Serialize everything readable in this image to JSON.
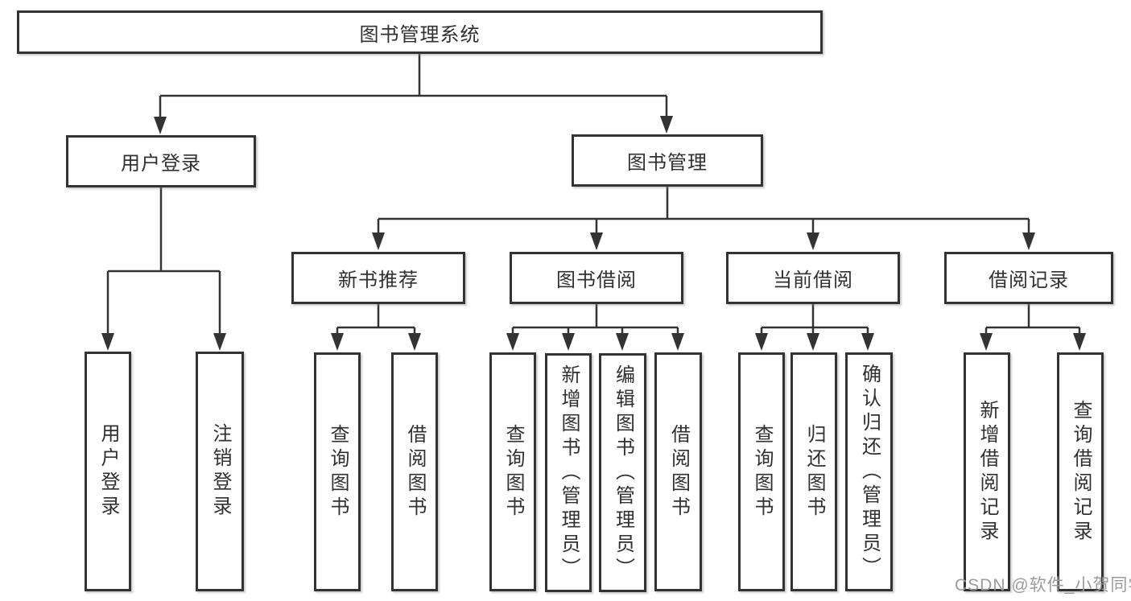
{
  "tree": {
    "root_label": "图书管理系统",
    "branches": [
      {
        "label": "用户登录",
        "children": [
          {
            "label": "用户登录"
          },
          {
            "label": "注销登录"
          }
        ]
      },
      {
        "label": "图书管理",
        "children": [
          {
            "label": "新书推荐",
            "children": [
              {
                "label": "查询图书"
              },
              {
                "label": "借阅图书"
              }
            ]
          },
          {
            "label": "图书借阅",
            "children": [
              {
                "label": "查询图书"
              },
              {
                "label": "新增图书（管理员）"
              },
              {
                "label": "编辑图书（管理员）"
              },
              {
                "label": "借阅图书"
              }
            ]
          },
          {
            "label": "当前借阅",
            "children": [
              {
                "label": "查询图书"
              },
              {
                "label": "归还图书"
              },
              {
                "label": "确认归还（管理员）"
              }
            ]
          },
          {
            "label": "借阅记录",
            "children": [
              {
                "label": "新增借阅记录"
              },
              {
                "label": "查询借阅记录"
              }
            ]
          }
        ]
      }
    ]
  },
  "watermark": {
    "text": "CSDN @软件_小贺同学"
  },
  "colors": {
    "line": "#333333",
    "box_border": "#333333",
    "text": "#303030",
    "watermark": "#9b9b9b",
    "background": "#ffffff"
  }
}
